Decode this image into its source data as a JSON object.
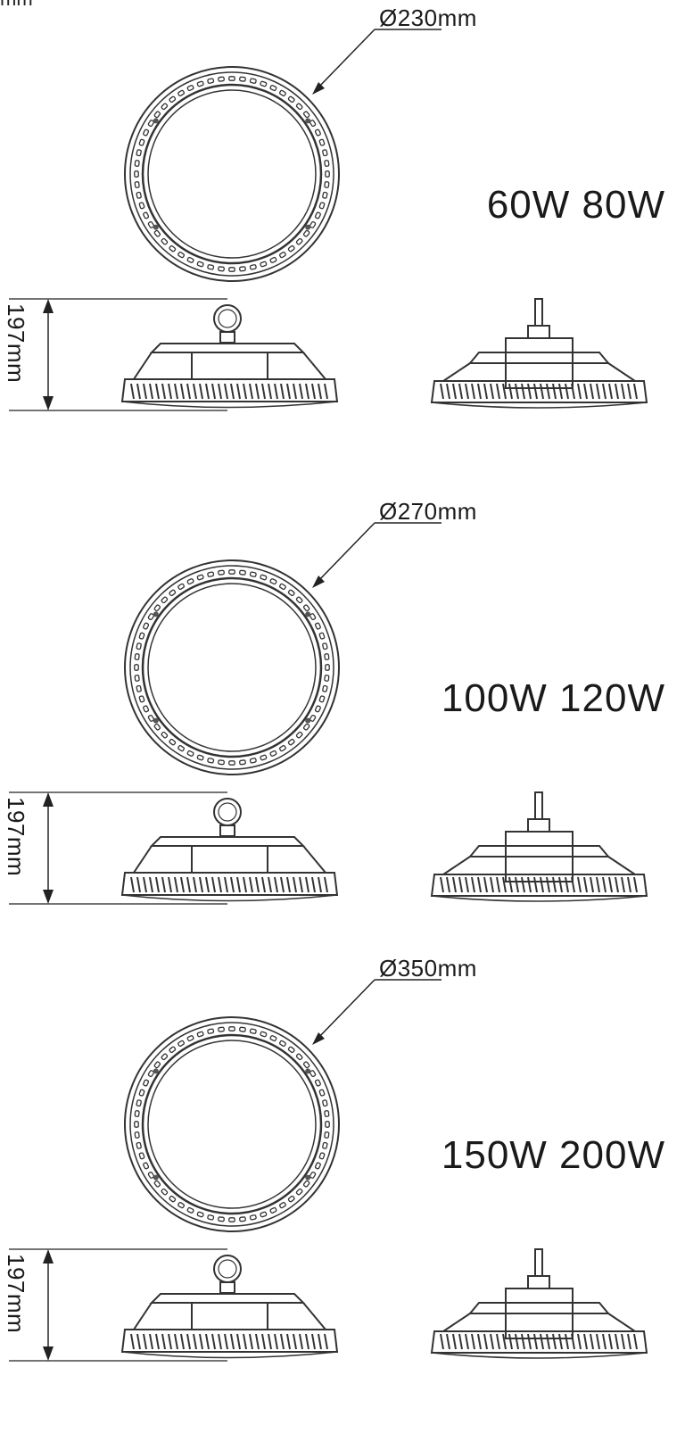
{
  "corner_fragment": "mm",
  "sections": [
    {
      "diameter": "Ø230mm",
      "wattage": "60W 80W",
      "height": "197mm"
    },
    {
      "diameter": "Ø270mm",
      "wattage": "100W 120W",
      "height": "197mm"
    },
    {
      "diameter": "Ø350mm",
      "wattage": "150W 200W",
      "height": "197mm"
    }
  ]
}
